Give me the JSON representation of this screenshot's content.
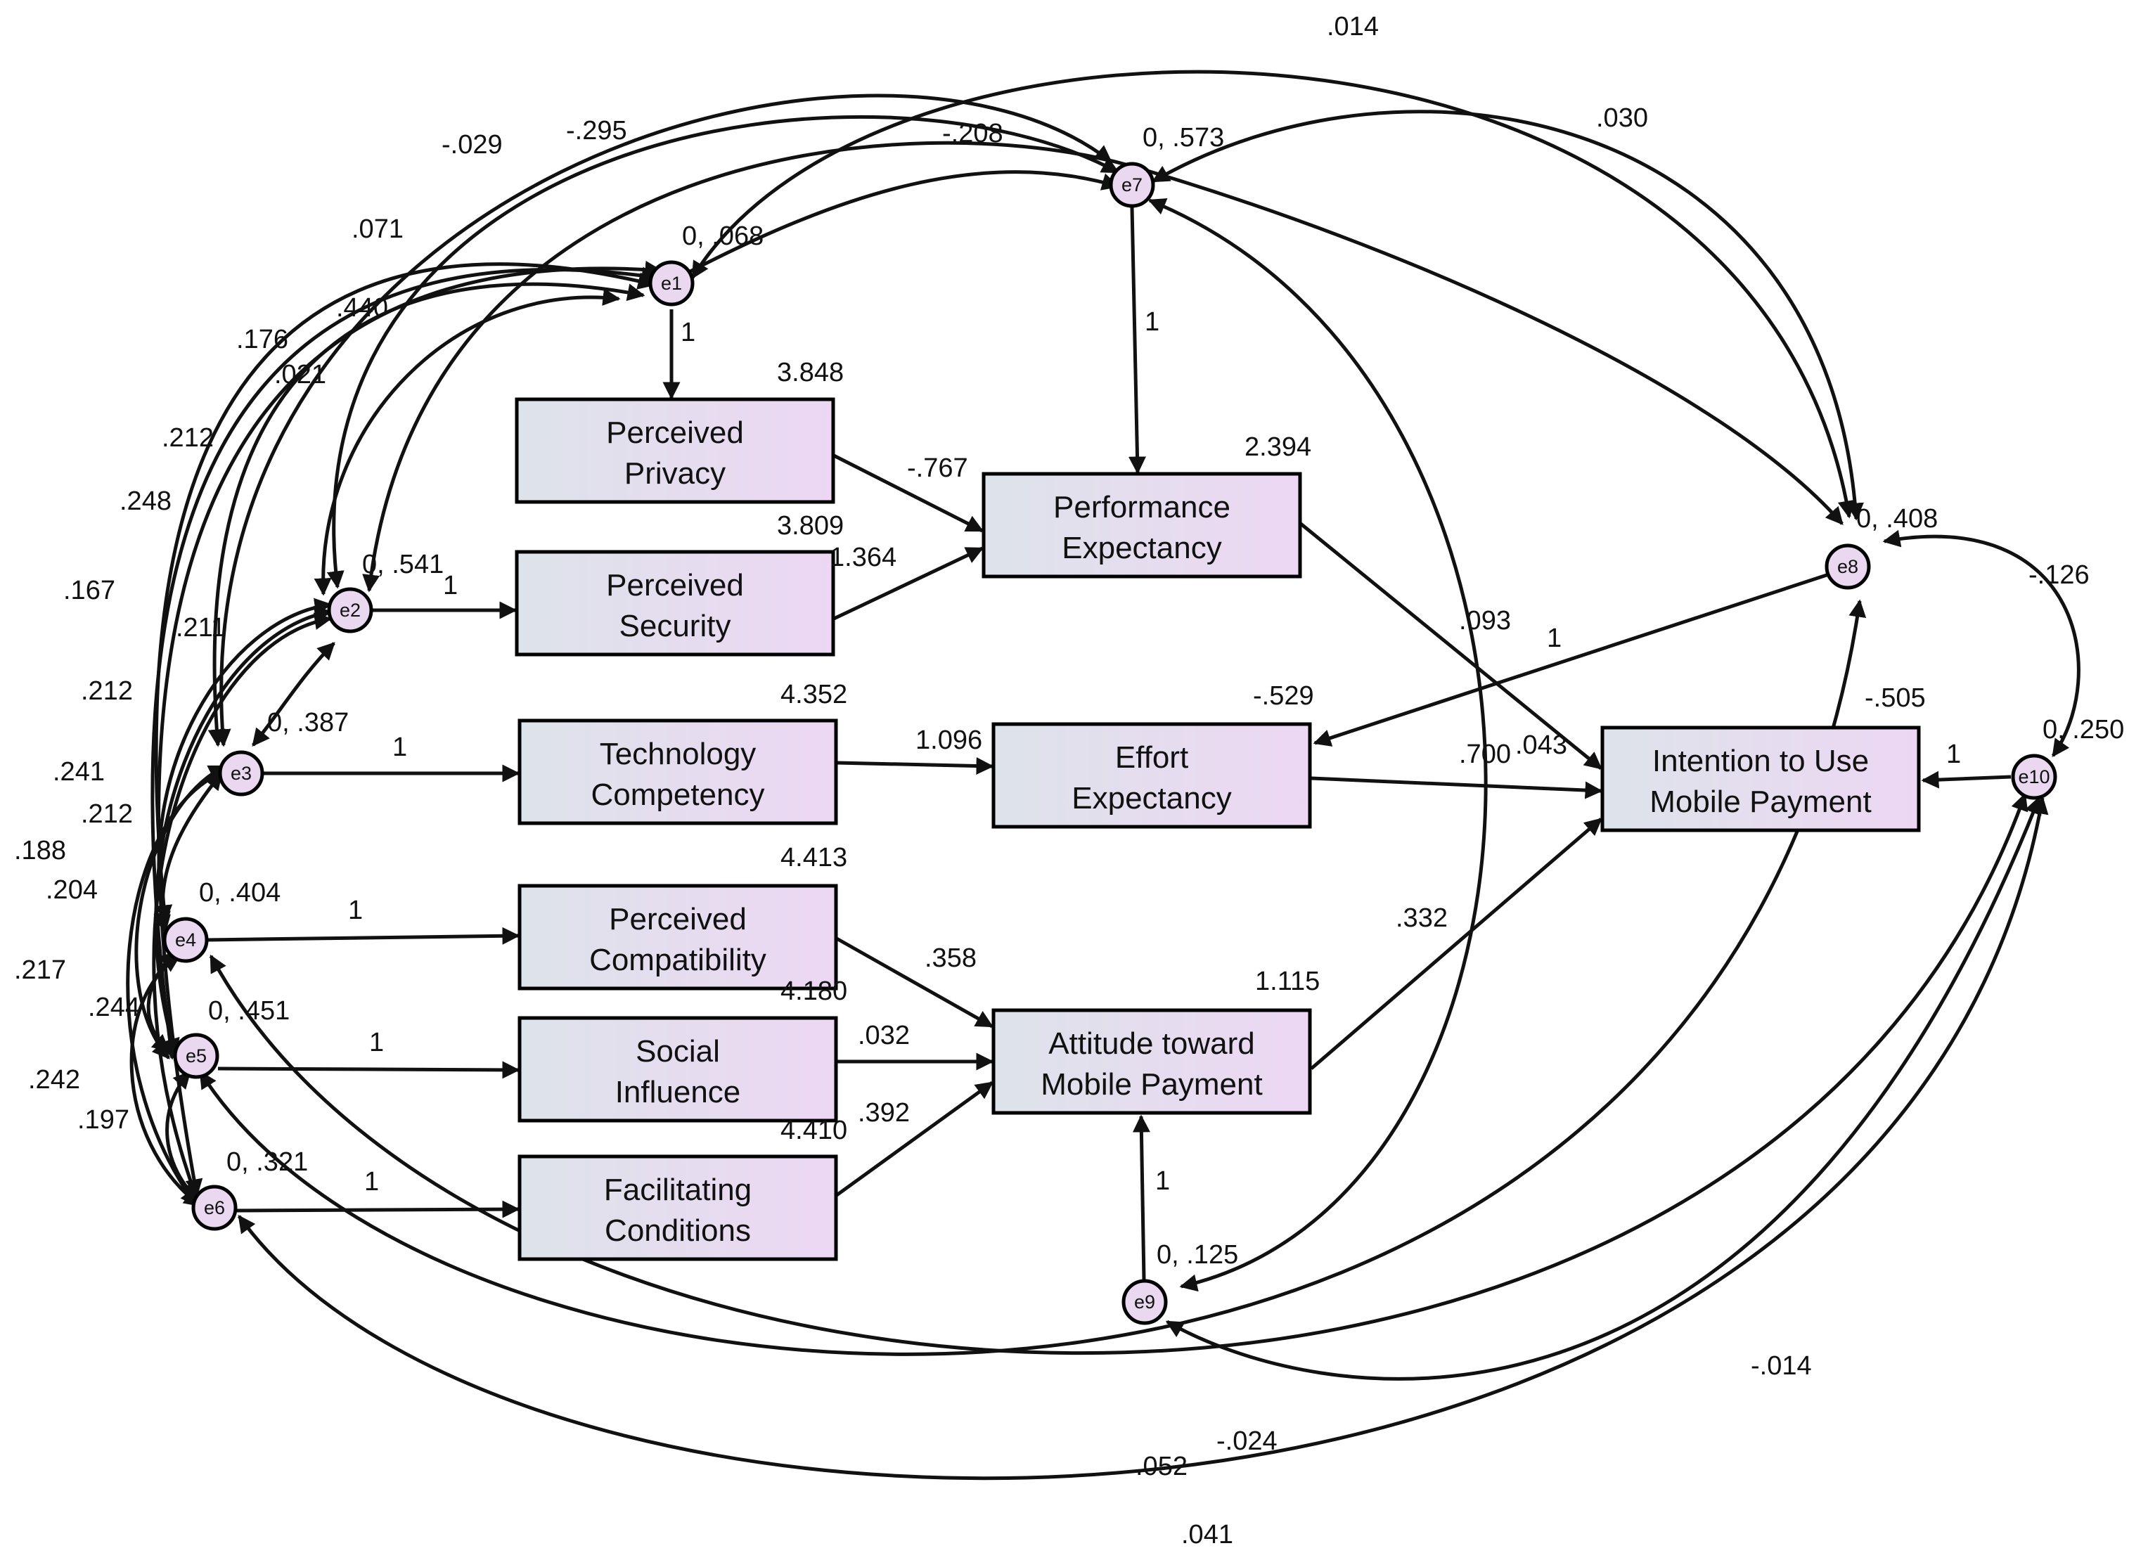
{
  "colors": {
    "box_fill_start": "#dde3ea",
    "box_fill_end": "#edd7f3",
    "error_fill": "#e9d8f0",
    "line": "#111111"
  },
  "observed": {
    "pp": {
      "line1": "Perceived",
      "line2": "Privacy",
      "intercept": "3.848"
    },
    "ps": {
      "line1": "Perceived",
      "line2": "Security",
      "intercept": "3.809"
    },
    "tc": {
      "line1": "Technology",
      "line2": "Competency",
      "intercept": "4.352"
    },
    "pc": {
      "line1": "Perceived",
      "line2": "Compatibility",
      "intercept": "4.413"
    },
    "si": {
      "line1": "Social",
      "line2": "Influence",
      "intercept": "4.180"
    },
    "fc": {
      "line1": "Facilitating",
      "line2": "Conditions",
      "intercept": "4.410"
    },
    "pe": {
      "line1": "Performance",
      "line2": "Expectancy",
      "intercept": "2.394"
    },
    "ee": {
      "line1": "Effort",
      "line2": "Expectancy",
      "intercept": "-.529"
    },
    "at": {
      "line1": "Attitude toward",
      "line2": "Mobile Payment",
      "intercept": "1.115"
    },
    "itu": {
      "line1": "Intention to Use",
      "line2": "Mobile Payment",
      "intercept": "-.505"
    }
  },
  "errors": {
    "e1": {
      "name": "e1",
      "variance": "0, .068"
    },
    "e2": {
      "name": "e2",
      "variance": "0, .541"
    },
    "e3": {
      "name": "e3",
      "variance": "0, .387"
    },
    "e4": {
      "name": "e4",
      "variance": "0, .404"
    },
    "e5": {
      "name": "e5",
      "variance": "0, .451"
    },
    "e6": {
      "name": "e6",
      "variance": "0, .321"
    },
    "e7": {
      "name": "e7",
      "variance": "0, .573"
    },
    "e8": {
      "name": "e8",
      "variance": "0, .408"
    },
    "e9": {
      "name": "e9",
      "variance": "0, .125"
    },
    "e10": {
      "name": "e10",
      "variance": "0, .250"
    }
  },
  "paths": {
    "pp_pe": "-.767",
    "ps_pe": "1.364",
    "tc_ee": "1.096",
    "pc_at": ".358",
    "si_at": ".032",
    "fc_at": ".392",
    "pe_itu": ".093",
    "ee_itu": ".700",
    "at_itu": ".332",
    "e8_ee": "1",
    "itu_mid": ".043",
    "fix_e1": "1",
    "fix_e2": "1",
    "fix_e3": "1",
    "fix_e4": "1",
    "fix_e5": "1",
    "fix_e6": "1",
    "fix_e7": "1",
    "fix_e9": "1",
    "fix_e10": "1"
  },
  "covariances": {
    "c1": ".014",
    "c2": ".030",
    "c3": "-.029",
    "c4": "-.295",
    "c5": "-.208",
    "c6": ".071",
    "c7": ".440",
    "c8": ".176",
    "c9": ".021",
    "c10": ".212",
    "c11": ".248",
    "c12": ".167",
    "c13": ".211",
    "c14": ".212",
    "c15": ".241",
    "c16": ".212",
    "c17": ".188",
    "c18": ".204",
    "c19": ".217",
    "c20": ".244",
    "c21": ".242",
    "c22": ".197",
    "c23": "-.126",
    "c24": "-.014",
    "c25": "-.024",
    "c26": ".052",
    "c27": ".041"
  }
}
